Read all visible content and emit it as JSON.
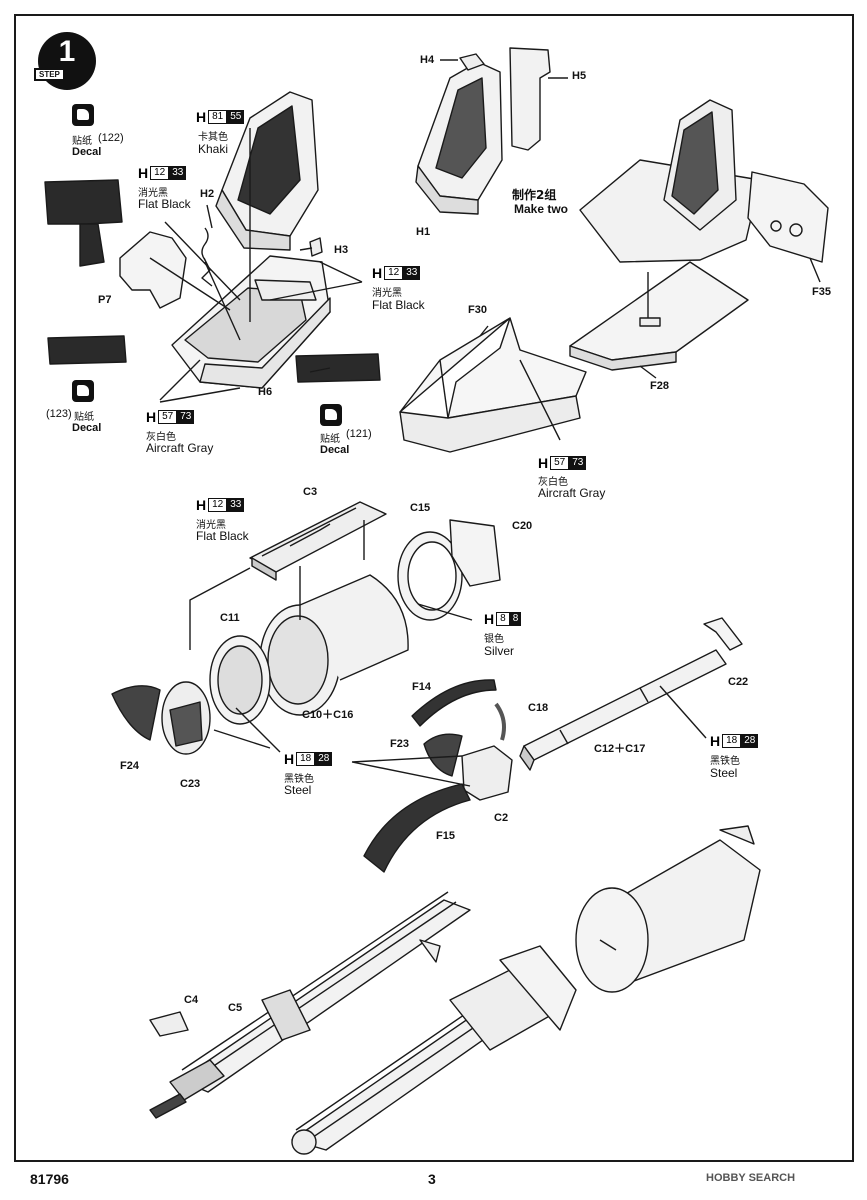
{
  "step": {
    "number": "1",
    "word": "STEP"
  },
  "footer": {
    "code": "81796",
    "page": "3"
  },
  "watermark": {
    "text": "HOBBY SEARCH"
  },
  "labels": {
    "H4": "H4",
    "H5": "H5",
    "H1": "H1",
    "H2": "H2",
    "H3": "H3",
    "H6": "H6",
    "P7": "P7",
    "F30": "F30",
    "F35": "F35",
    "F28": "F28",
    "C3": "C3",
    "C15": "C15",
    "C20": "C20",
    "C11": "C11",
    "C10C16": "C10＋C16",
    "F14": "F14",
    "C18": "C18",
    "F23": "F23",
    "F24": "F24",
    "C23": "C23",
    "C2": "C2",
    "F15": "F15",
    "C22": "C22",
    "C12C17": "C12＋C17",
    "C4": "C4",
    "C5": "C5"
  },
  "make_two": {
    "cn": "制作2组",
    "en": "Make two"
  },
  "decals": {
    "d122": {
      "cn": "贴纸",
      "num": "(122)",
      "en": "Decal"
    },
    "d123": {
      "cn": "贴纸",
      "num": "(123)",
      "en": "Decal"
    },
    "d121": {
      "cn": "贴纸",
      "num": "(121)",
      "en": "Decal"
    }
  },
  "paints": {
    "khaki": {
      "h": "H",
      "a": "81",
      "b": "55",
      "cn": "卡其色",
      "en": "Khaki"
    },
    "flat_black_1": {
      "h": "H",
      "a": "12",
      "b": "33",
      "cn": "消光黑",
      "en": "Flat Black"
    },
    "flat_black_2": {
      "h": "H",
      "a": "12",
      "b": "33",
      "cn": "消光黑",
      "en": "Flat Black"
    },
    "aircraft_gray_1": {
      "h": "H",
      "a": "57",
      "b": "73",
      "cn": "灰白色",
      "en": "Aircraft Gray"
    },
    "aircraft_gray_2": {
      "h": "H",
      "a": "57",
      "b": "73",
      "cn": "灰白色",
      "en": "Aircraft Gray"
    },
    "flat_black_3": {
      "h": "H",
      "a": "12",
      "b": "33",
      "cn": "消光黑",
      "en": "Flat Black"
    },
    "silver": {
      "h": "H",
      "a": "8",
      "b": "8",
      "cn": "银色",
      "en": "Silver"
    },
    "steel_1": {
      "h": "H",
      "a": "18",
      "b": "28",
      "cn": "黑铁色",
      "en": "Steel"
    },
    "steel_2": {
      "h": "H",
      "a": "18",
      "b": "28",
      "cn": "黑铁色",
      "en": "Steel"
    }
  },
  "icons": {
    "decal": "decal-icon",
    "step": "jet-step-icon"
  },
  "colors": {
    "ink": "#111111",
    "paper": "#ffffff"
  }
}
